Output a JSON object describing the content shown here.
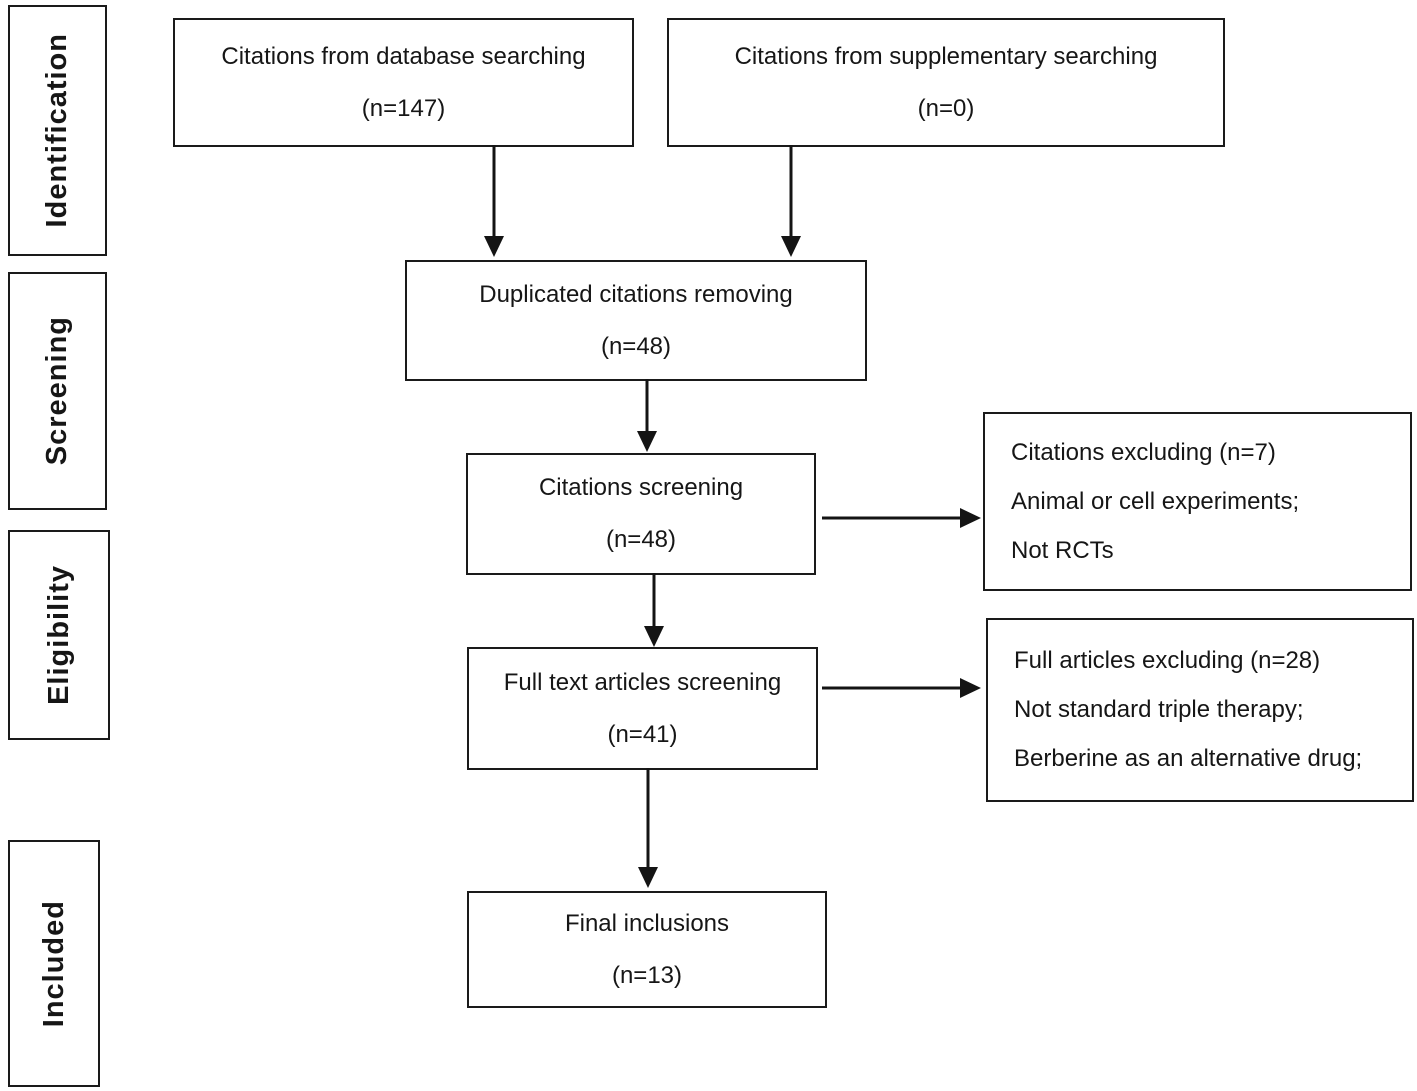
{
  "figure": {
    "type": "prisma-flow-diagram",
    "colors": {
      "ink": "#1a1a1a",
      "background": "#ffffff"
    },
    "stage_labels": [
      {
        "label": "Identification"
      },
      {
        "label": "Screening"
      },
      {
        "label": "Eligibility"
      },
      {
        "label": "Included"
      }
    ],
    "flow_boxes": [
      {
        "title": "Citations from database searching",
        "count": "(n=147)"
      },
      {
        "title": "Citations from supplementary searching",
        "count": "(n=0)"
      },
      {
        "title": "Duplicated citations removing",
        "count": "(n=48)"
      },
      {
        "title": "Citations screening",
        "count": "(n=48)"
      },
      {
        "title": "Full text articles screening",
        "count": "(n=41)"
      },
      {
        "title": "Final inclusions",
        "count": "(n=13)"
      }
    ],
    "exclusion_boxes": [
      {
        "lines": [
          "Citations excluding (n=7)",
          "Animal or cell experiments;",
          "Not RCTs"
        ]
      },
      {
        "lines": [
          "Full articles excluding (n=28)",
          "Not standard triple therapy;",
          "Berberine as an alternative drug;"
        ]
      }
    ]
  }
}
